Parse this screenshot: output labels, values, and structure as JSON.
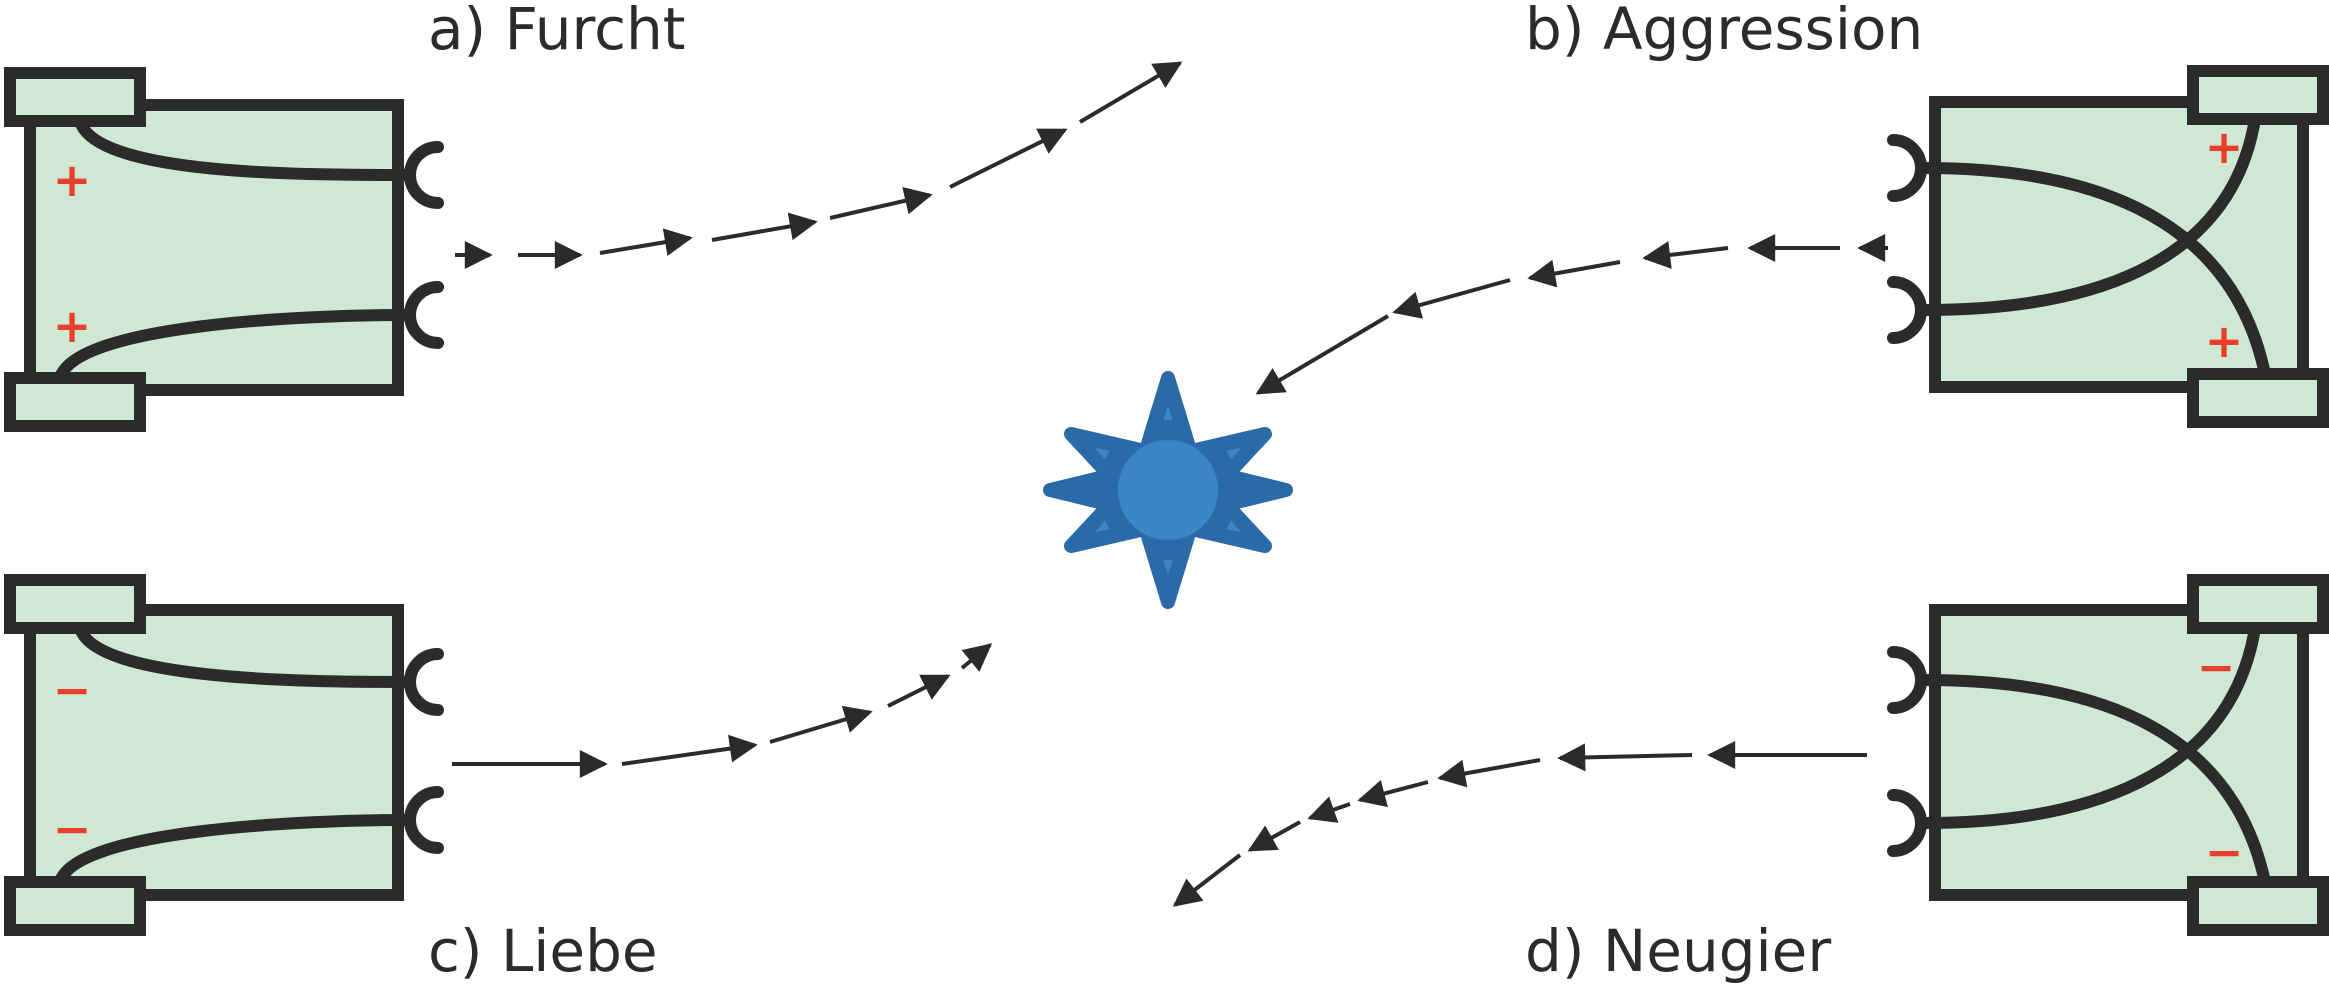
{
  "labels": {
    "a": "a) Furcht",
    "b": "b) Aggression",
    "c": "c) Liebe",
    "d": "d) Neugier"
  },
  "signs": {
    "a": [
      "+",
      "+"
    ],
    "b": [
      "+",
      "+"
    ],
    "c": [
      "−",
      "−"
    ],
    "d": [
      "−",
      "−"
    ]
  },
  "colors": {
    "vehicle_fill": "#cfe8d4",
    "outline": "#2b2b2b",
    "sign": "#e8402a",
    "light_source": "#3a86c6",
    "light_rays": "#2a6aa8"
  },
  "icons": {
    "vehicle": "braitenberg-vehicle-icon",
    "light": "light-source-icon"
  }
}
